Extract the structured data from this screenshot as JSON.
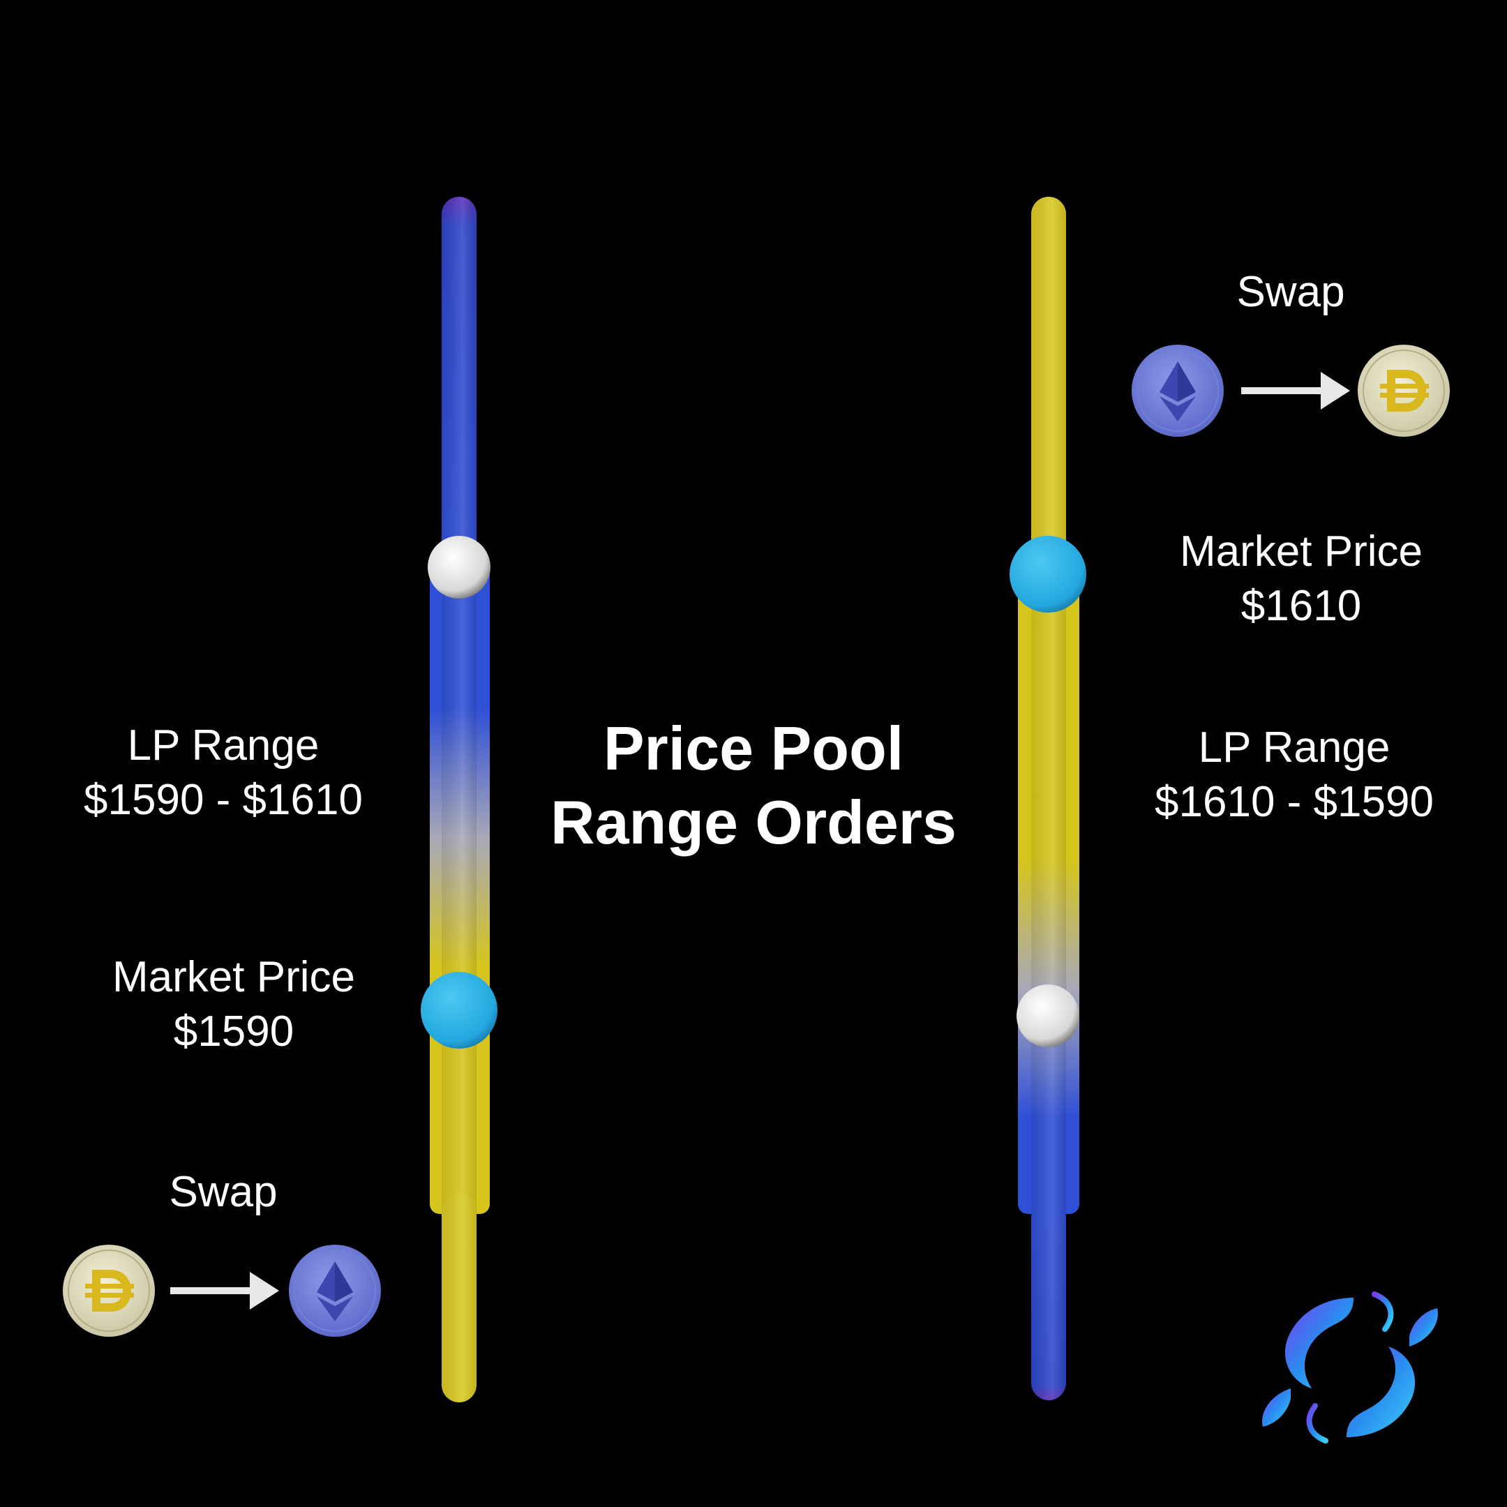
{
  "colors": {
    "background": "#000000",
    "blue": "#2f4fd6",
    "yellow": "#d6c51c",
    "marker_blue": "#2db2e6",
    "marker_white": "#e6e6e6"
  },
  "title": {
    "line1": "Price Pool",
    "line2": "Range Orders"
  },
  "left_panel": {
    "lp_range": {
      "label": "LP Range",
      "value": "$1590 - $1610"
    },
    "market_price": {
      "label": "Market Price",
      "value": "$1590"
    },
    "swap": {
      "label": "Swap",
      "from_icon": "dai-coin-icon",
      "to_icon": "eth-coin-icon"
    }
  },
  "right_panel": {
    "swap": {
      "label": "Swap",
      "from_icon": "eth-coin-icon",
      "to_icon": "dai-coin-icon"
    },
    "market_price": {
      "label": "Market Price",
      "value": "$1610"
    },
    "lp_range": {
      "label": "LP Range",
      "value": "$1610 - $1590"
    }
  },
  "logo": {
    "icon": "twin-fish-logo-icon"
  }
}
